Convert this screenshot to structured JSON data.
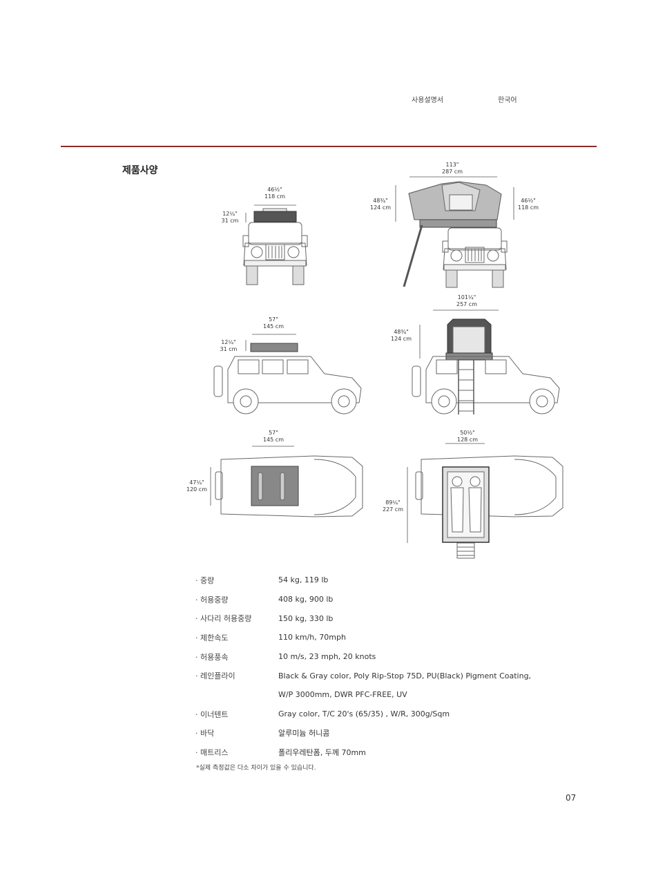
{
  "header": {
    "doc": "사용설명서",
    "lang": "한국어"
  },
  "section_title": "제품사양",
  "dims": {
    "front_closed_w": [
      "46½\"",
      "118 cm"
    ],
    "front_closed_h": [
      "12¼\"",
      "31 cm"
    ],
    "front_open_w": [
      "113\"",
      "287 cm"
    ],
    "front_open_h_left": [
      "48¾\"",
      "124 cm"
    ],
    "front_open_h_right": [
      "46½\"",
      "118 cm"
    ],
    "side_closed_w": [
      "57\"",
      "145 cm"
    ],
    "side_closed_h": [
      "12¼\"",
      "31 cm"
    ],
    "side_open_w": [
      "101¼\"",
      "257 cm"
    ],
    "side_open_h": [
      "48¾\"",
      "124 cm"
    ],
    "top_closed_w": [
      "57\"",
      "145 cm"
    ],
    "top_closed_h": [
      "47¼\"",
      "120 cm"
    ],
    "top_open_w": [
      "50½\"",
      "128 cm"
    ],
    "top_open_h": [
      "89¼\"",
      "227 cm"
    ]
  },
  "specs": [
    {
      "label": "· 중량",
      "value": "54 kg, 119 lb"
    },
    {
      "label": "· 허용중량",
      "value": "408 kg, 900 lb"
    },
    {
      "label": "· 사다리 허용중량",
      "value": "150 kg, 330 lb"
    },
    {
      "label": "· 제한속도",
      "value": "110 km/h, 70mph"
    },
    {
      "label": "· 허용풍속",
      "value": "10 m/s, 23 mph, 20 knots"
    },
    {
      "label": "· 레인플라이",
      "value": "Black & Gray color, Poly Rip-Stop 75D, PU(Black) Pigment Coating,"
    },
    {
      "label": "",
      "value": "W/P 3000mm, DWR PFC-FREE, UV"
    },
    {
      "label": "· 이너텐트",
      "value": "Gray color, T/C 20's (65/35) , W/R, 300g/Sqm"
    },
    {
      "label": "· 바닥",
      "value": "알루미늄 허니콤"
    },
    {
      "label": "· 매트리스",
      "value": "폴리우레탄폼, 두께 70mm"
    }
  ],
  "note": "*실제 측정값은 다소 차이가 있을 수 있습니다.",
  "page_number": "07"
}
